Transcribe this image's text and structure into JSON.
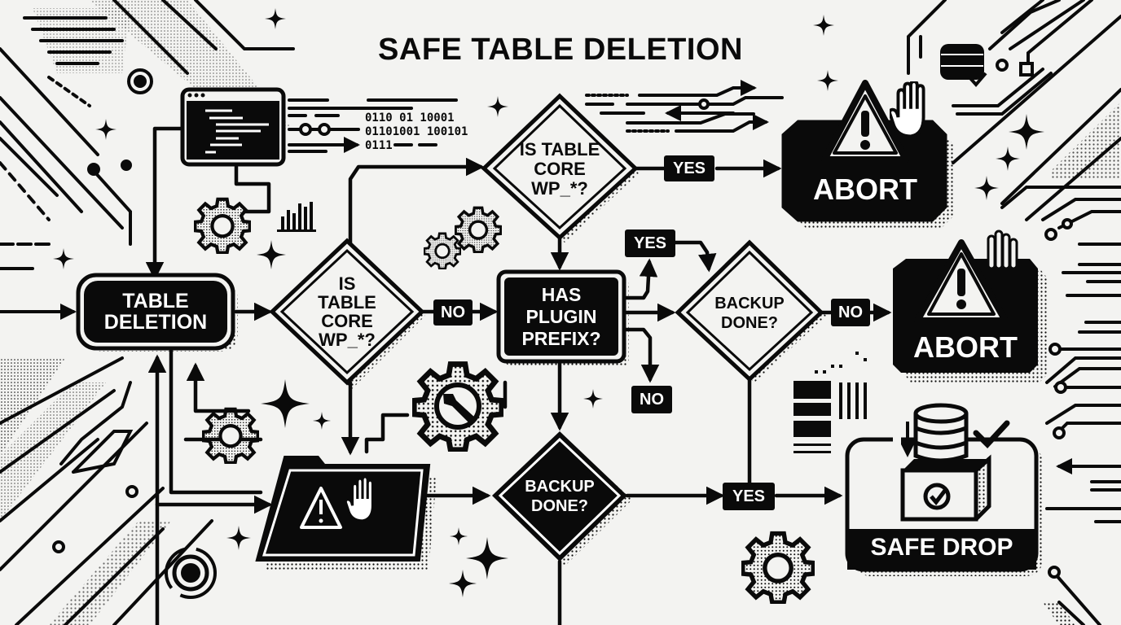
{
  "title": "SAFE TABLE DELETION",
  "colors": {
    "ink": "#0a0a0a",
    "paper": "#f3f3f1",
    "accent_white": "#ffffff"
  },
  "nodes": {
    "start": {
      "type": "rounded-rect",
      "fill": "black",
      "lines": [
        "TABLE",
        "DELETION"
      ]
    },
    "decision_core_left": {
      "type": "diamond",
      "fill": "white",
      "lines": [
        "IS",
        "TABLE",
        "CORE",
        "WP_*?"
      ]
    },
    "decision_core_top": {
      "type": "diamond",
      "fill": "white",
      "lines": [
        "IS TABLE",
        "CORE",
        "WP_*?"
      ]
    },
    "decision_plugin": {
      "type": "rect",
      "fill": "black",
      "lines": [
        "HAS",
        "PLUGIN",
        "PREFIX?"
      ]
    },
    "decision_backup_right": {
      "type": "diamond",
      "fill": "white",
      "lines": [
        "BACKUP",
        "DONE?"
      ]
    },
    "decision_backup_bottom": {
      "type": "diamond",
      "fill": "black",
      "lines": [
        "BACKUP",
        "DONE?"
      ]
    },
    "abort_top": {
      "type": "octagon",
      "fill": "black",
      "label": "ABORT",
      "icons": [
        "warning-triangle-icon",
        "stop-hand-icon"
      ]
    },
    "abort_right": {
      "type": "octagon",
      "fill": "black",
      "label": "ABORT",
      "icons": [
        "warning-triangle-icon",
        "stop-hand-icon"
      ]
    },
    "stop_folder": {
      "type": "folder",
      "fill": "black",
      "icons": [
        "warning-triangle-icon",
        "stop-hand-icon"
      ]
    },
    "safe_drop": {
      "type": "panel",
      "label": "SAFE DROP",
      "icons": [
        "database-icon",
        "checked-box-icon",
        "checkmark-icon",
        "down-arrow-icon"
      ]
    }
  },
  "edge_labels": {
    "core_top_yes": "YES",
    "core_left_no": "NO",
    "plugin_yes": "YES",
    "plugin_no": "NO",
    "backup_right_no": "NO",
    "backup_bottom_yes": "YES"
  },
  "edges": [
    {
      "from": "start",
      "to": "decision_core_left",
      "label": ""
    },
    {
      "from": "start",
      "to": "decision_core_top",
      "label": ""
    },
    {
      "from": "decision_core_top",
      "to": "abort_top",
      "label": "YES"
    },
    {
      "from": "decision_core_top",
      "to": "decision_plugin",
      "label": ""
    },
    {
      "from": "decision_core_left",
      "to": "decision_plugin",
      "label": "NO"
    },
    {
      "from": "decision_core_left",
      "to": "stop_folder",
      "label": ""
    },
    {
      "from": "decision_plugin",
      "to": "decision_backup_right",
      "label": "YES"
    },
    {
      "from": "decision_plugin",
      "to": "decision_backup_right",
      "label": ""
    },
    {
      "from": "decision_plugin",
      "to": "end_no",
      "label": "NO"
    },
    {
      "from": "decision_plugin",
      "to": "decision_backup_bottom",
      "label": ""
    },
    {
      "from": "decision_backup_right",
      "to": "abort_right",
      "label": "NO"
    },
    {
      "from": "decision_backup_right",
      "to": "safe_drop",
      "label": ""
    },
    {
      "from": "stop_folder",
      "to": "decision_backup_bottom",
      "label": ""
    },
    {
      "from": "decision_backup_bottom",
      "to": "safe_drop",
      "label": "YES"
    }
  ],
  "decor": {
    "terminal_code_text": [
      "0110 01 10001",
      "01101001 100101",
      "0111"
    ],
    "icons": [
      "terminal-window-icon",
      "gear-icon",
      "bar-chart-icon",
      "sparkle-icon",
      "wrench-gear-icon",
      "server-rack-icon",
      "database-check-icon",
      "target-ring-icon"
    ]
  }
}
